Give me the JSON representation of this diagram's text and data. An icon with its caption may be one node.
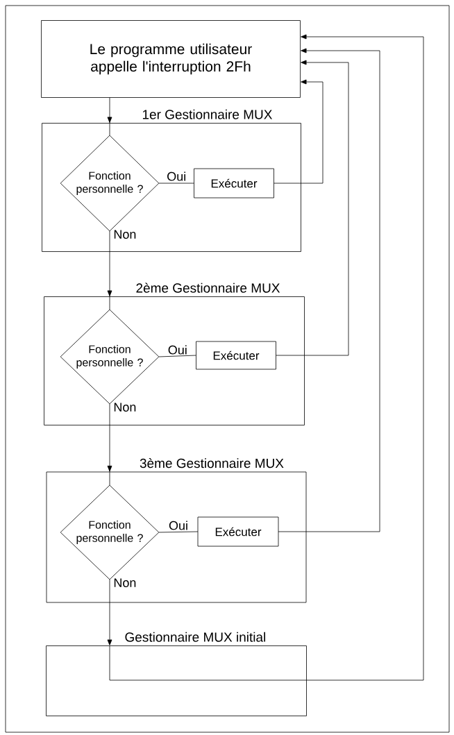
{
  "diagram": {
    "nodes": [
      {
        "text": [
          "Le programme utilisateur appelle l'interruption 2Fh"
        ]
      },
      {
        "text": [
          "1er Gestionnaire MUX"
        ]
      },
      {
        "text": [
          "Fonction personnelle ?"
        ],
        "in": 1
      },
      {
        "text": [
          "Exécuter"
        ],
        "in": 1
      },
      {
        "text": [
          "2ème Gestionnaire MUX"
        ]
      },
      {
        "text": [
          "Fonction personnelle ?"
        ],
        "in": 4
      },
      {
        "text": [
          "Exécuter"
        ],
        "in": 4
      },
      {
        "text": [
          "3ème Gestionnaire MUX"
        ]
      },
      {
        "text": [
          "Fonction personnelle ?"
        ],
        "in": 7
      },
      {
        "text": [
          "Exécuter"
        ],
        "in": 7
      },
      {
        "text": [
          "Gestionnaire MUX initial"
        ]
      }
    ],
    "edges": [
      {
        "from": 0,
        "to": 2,
        "arrow": "to"
      },
      {
        "from": 2,
        "to": 3,
        "arrow": "none",
        "label": "Oui"
      },
      {
        "from": 3,
        "to": 0,
        "arrow": "to"
      },
      {
        "from": 2,
        "to": 5,
        "arrow": "to",
        "label": "Non"
      },
      {
        "from": 5,
        "to": 6,
        "arrow": "none",
        "label": "Oui"
      },
      {
        "from": 6,
        "to": 0,
        "arrow": "to"
      },
      {
        "from": 5,
        "to": 8,
        "arrow": "to",
        "label": "Non"
      },
      {
        "from": 8,
        "to": 9,
        "arrow": "none",
        "label": "Oui"
      },
      {
        "from": 9,
        "to": 0,
        "arrow": "to"
      },
      {
        "from": 8,
        "to": 10,
        "arrow": "to",
        "label": "Non"
      },
      {
        "from": 10,
        "to": 0,
        "arrow": "to"
      }
    ]
  }
}
